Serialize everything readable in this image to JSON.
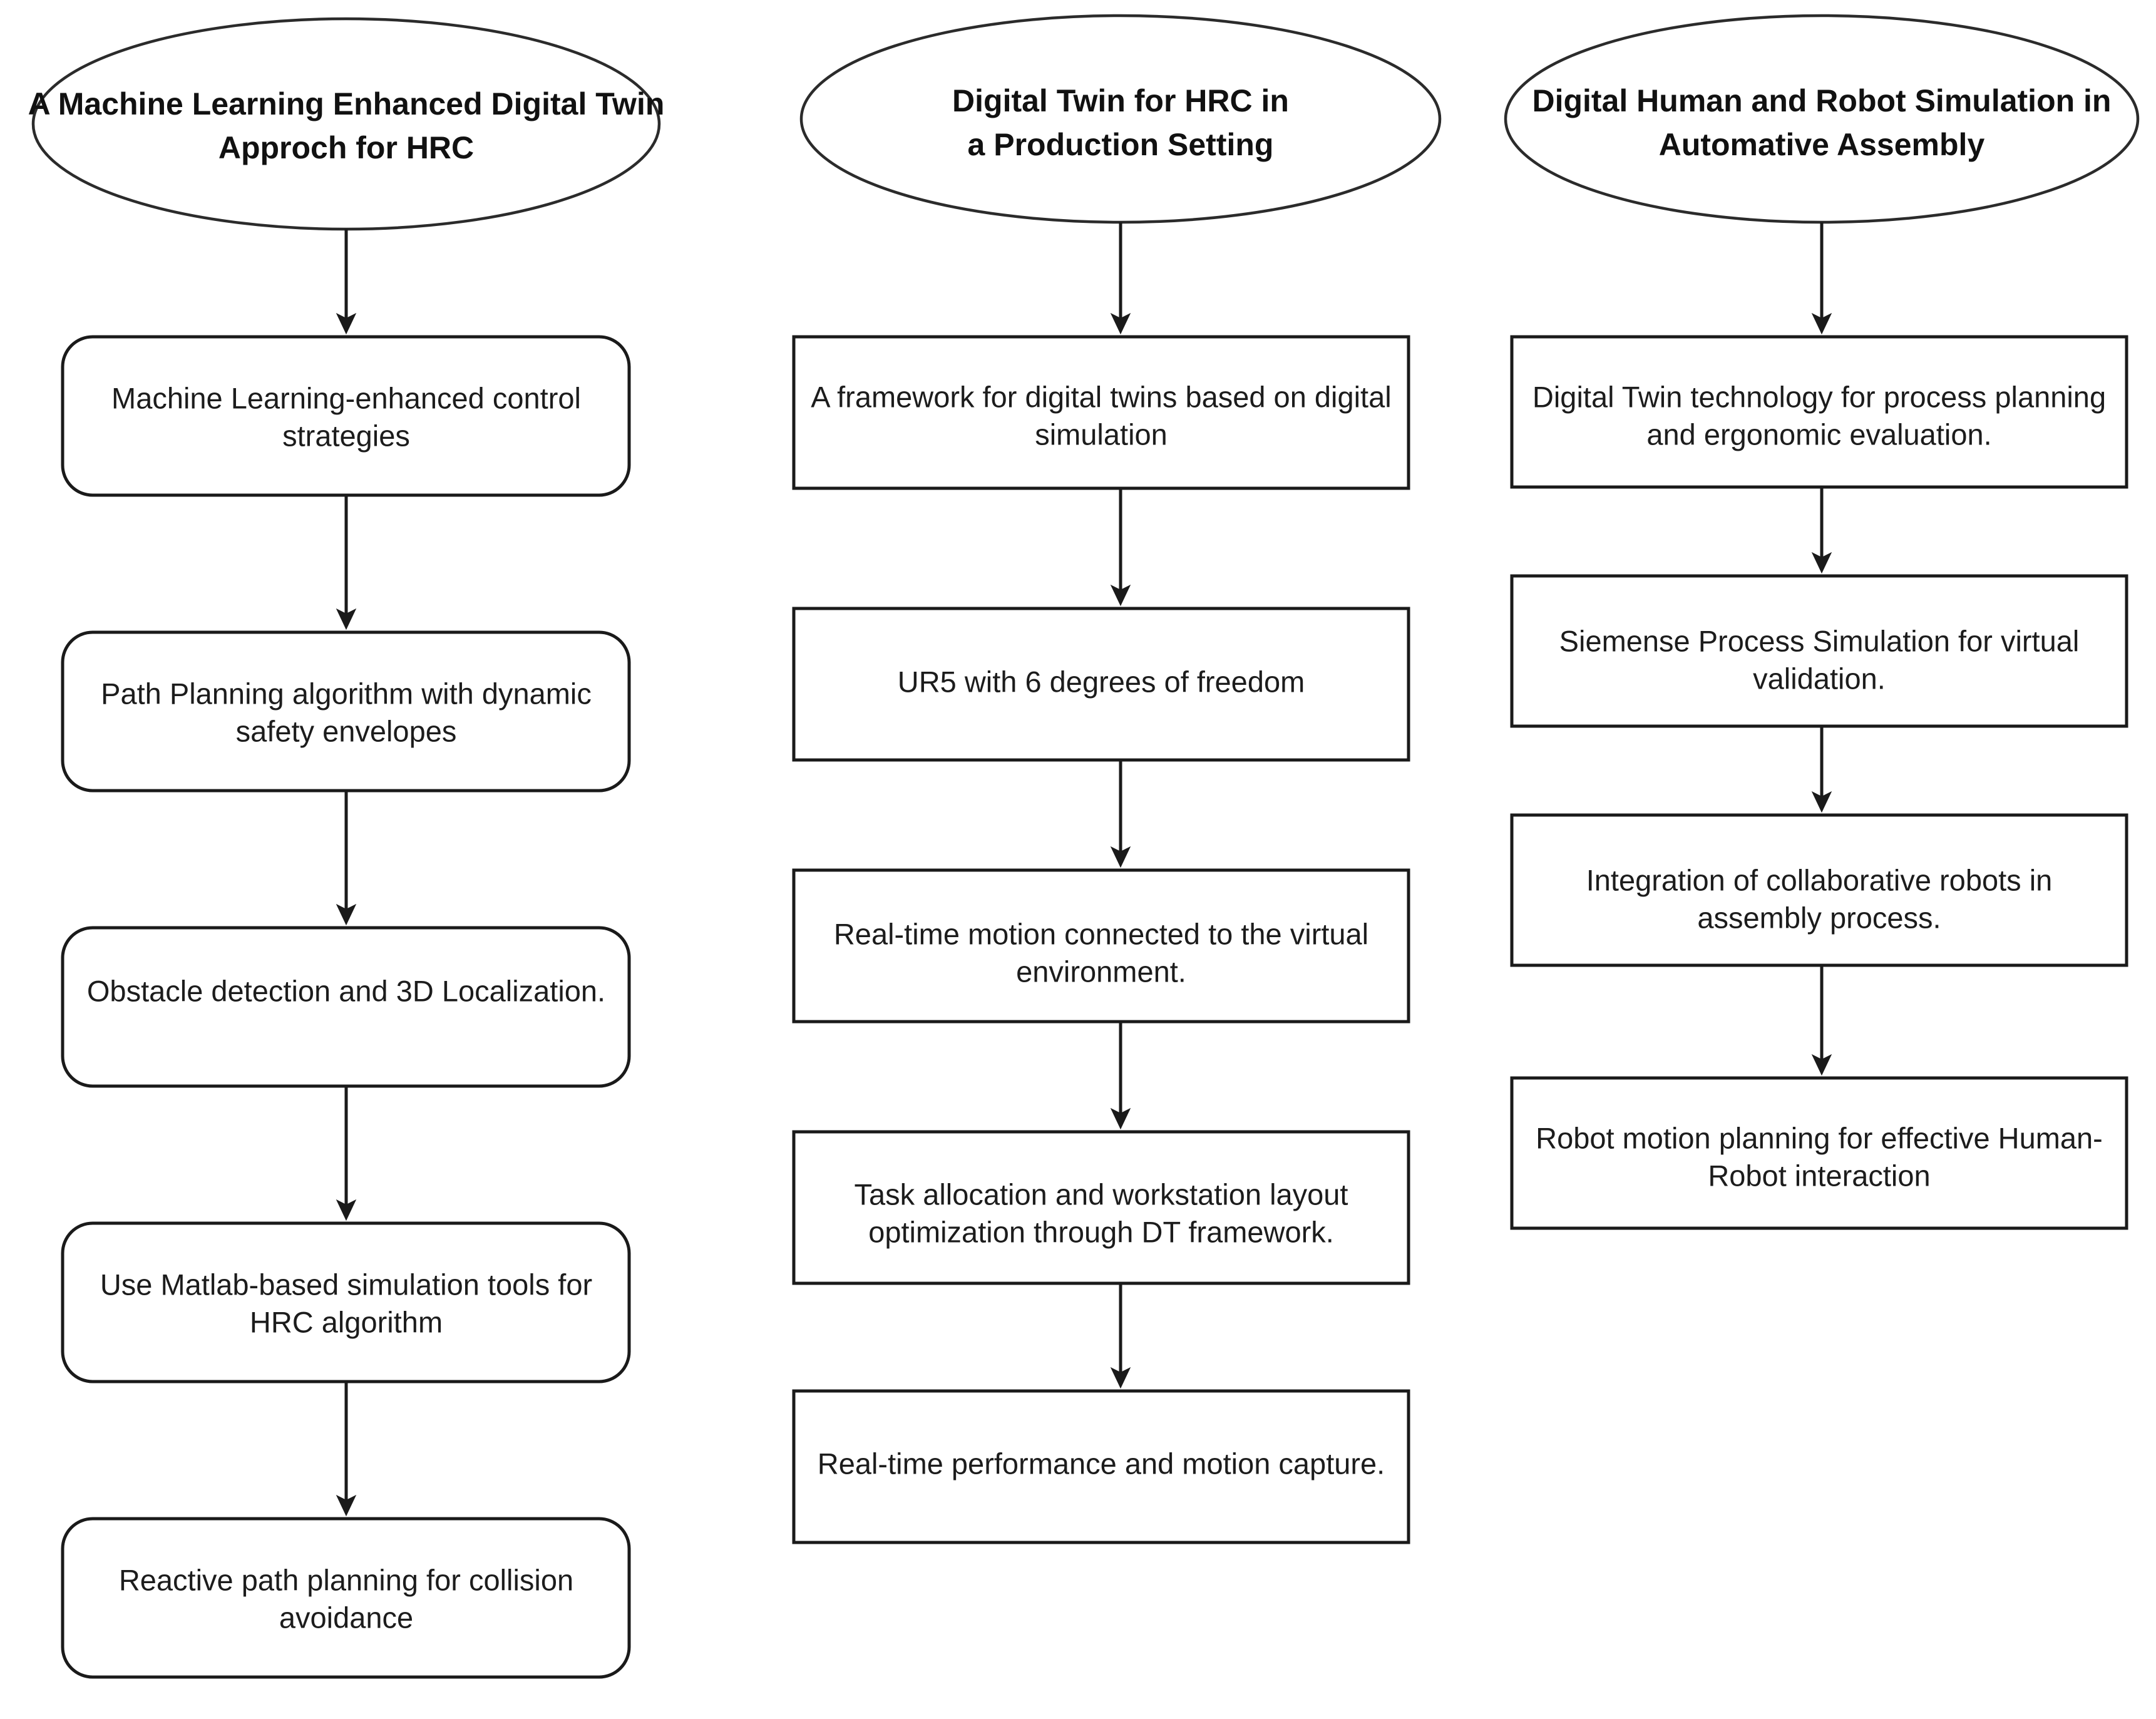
{
  "diagram": {
    "type": "flowchart",
    "orientation": "three-parallel-vertical-columns",
    "background_color": "#ffffff",
    "stroke_color": "#1a1a1a",
    "text_color": "#1c1c1c",
    "columns": [
      {
        "id": "column-1",
        "title_shape": "ellipse",
        "node_shape": "rounded-rectangle",
        "title": {
          "line1": "A Machine Learning Enhanced Digital Twin",
          "line2": "Approch for HRC"
        },
        "nodes": [
          {
            "line1": "Machine Learning-enhanced control",
            "line2": "strategies"
          },
          {
            "line1": "Path Planning algorithm with dynamic",
            "line2": "safety envelopes"
          },
          {
            "line1": "Obstacle detection and 3D Localization.",
            "line2": ""
          },
          {
            "line1": "Use Matlab-based simulation tools for",
            "line2": "HRC algorithm"
          },
          {
            "line1": "Reactive path planning for collision",
            "line2": "avoidance"
          }
        ]
      },
      {
        "id": "column-2",
        "title_shape": "ellipse",
        "node_shape": "rectangle",
        "title": {
          "line1": "Digital Twin for HRC in",
          "line2": "a Production Setting"
        },
        "nodes": [
          {
            "line1": "A framework for digital twins based on digital",
            "line2": "simulation"
          },
          {
            "line1": "UR5 with 6 degrees of freedom",
            "line2": ""
          },
          {
            "line1": "Real-time motion connected to the virtual",
            "line2": "environment."
          },
          {
            "line1": "Task allocation and workstation layout",
            "line2": "optimization through DT framework."
          },
          {
            "line1": "Real-time performance and motion capture.",
            "line2": ""
          }
        ]
      },
      {
        "id": "column-3",
        "title_shape": "ellipse",
        "node_shape": "rectangle",
        "title": {
          "line1": "Digital Human and Robot Simulation in",
          "line2": "Automative Assembly"
        },
        "nodes": [
          {
            "line1": "Digital Twin technology for process planning",
            "line2": "and ergonomic evaluation."
          },
          {
            "line1": "Siemense Process Simulation for virtual",
            "line2": "validation."
          },
          {
            "line1": "Integration of collaborative robots in",
            "line2": "assembly process."
          },
          {
            "line1": "Robot motion planning for effective Human-",
            "line2": "Robot interaction"
          }
        ]
      }
    ]
  }
}
